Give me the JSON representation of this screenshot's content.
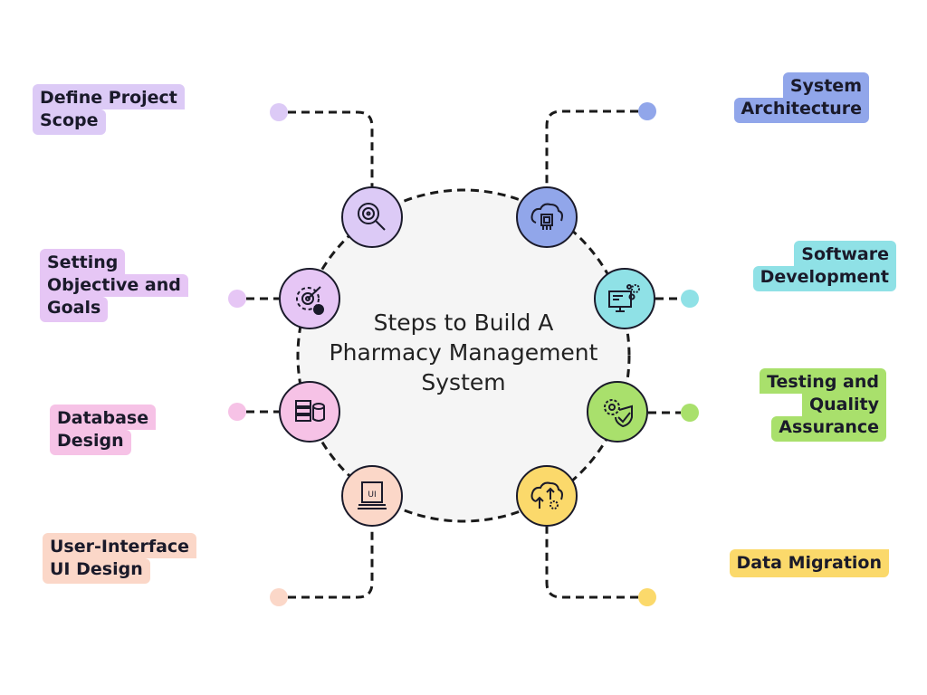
{
  "title": {
    "line1": "Steps to Build A",
    "line2": "Pharmacy Management",
    "line3": "System"
  },
  "steps": [
    {
      "lines": [
        "Define Project",
        "Scope"
      ],
      "color": "#dccaf6",
      "icon": "search-target-icon"
    },
    {
      "lines": [
        "Setting",
        "Objective and",
        "Goals"
      ],
      "color": "#e6c6f5",
      "icon": "target-arrow-icon"
    },
    {
      "lines": [
        "Database",
        "Design"
      ],
      "color": "#f6c2e6",
      "icon": "database-server-icon"
    },
    {
      "lines": [
        "User-Interface",
        "UI Design"
      ],
      "color": "#fbd7c8",
      "icon": "ui-window-icon",
      "icon_text": "UI"
    },
    {
      "lines": [
        "System",
        "Architecture"
      ],
      "color": "#91a6ea",
      "icon": "cloud-chip-icon"
    },
    {
      "lines": [
        "Software",
        "Development"
      ],
      "color": "#8fe1e6",
      "icon": "monitor-gears-icon"
    },
    {
      "lines": [
        "Testing and",
        "Quality",
        "Assurance"
      ],
      "color": "#a9e06c",
      "icon": "gear-shield-check-icon"
    },
    {
      "lines": [
        "Data Migration"
      ],
      "color": "#fbd96b",
      "icon": "cloud-upload-icon"
    }
  ]
}
